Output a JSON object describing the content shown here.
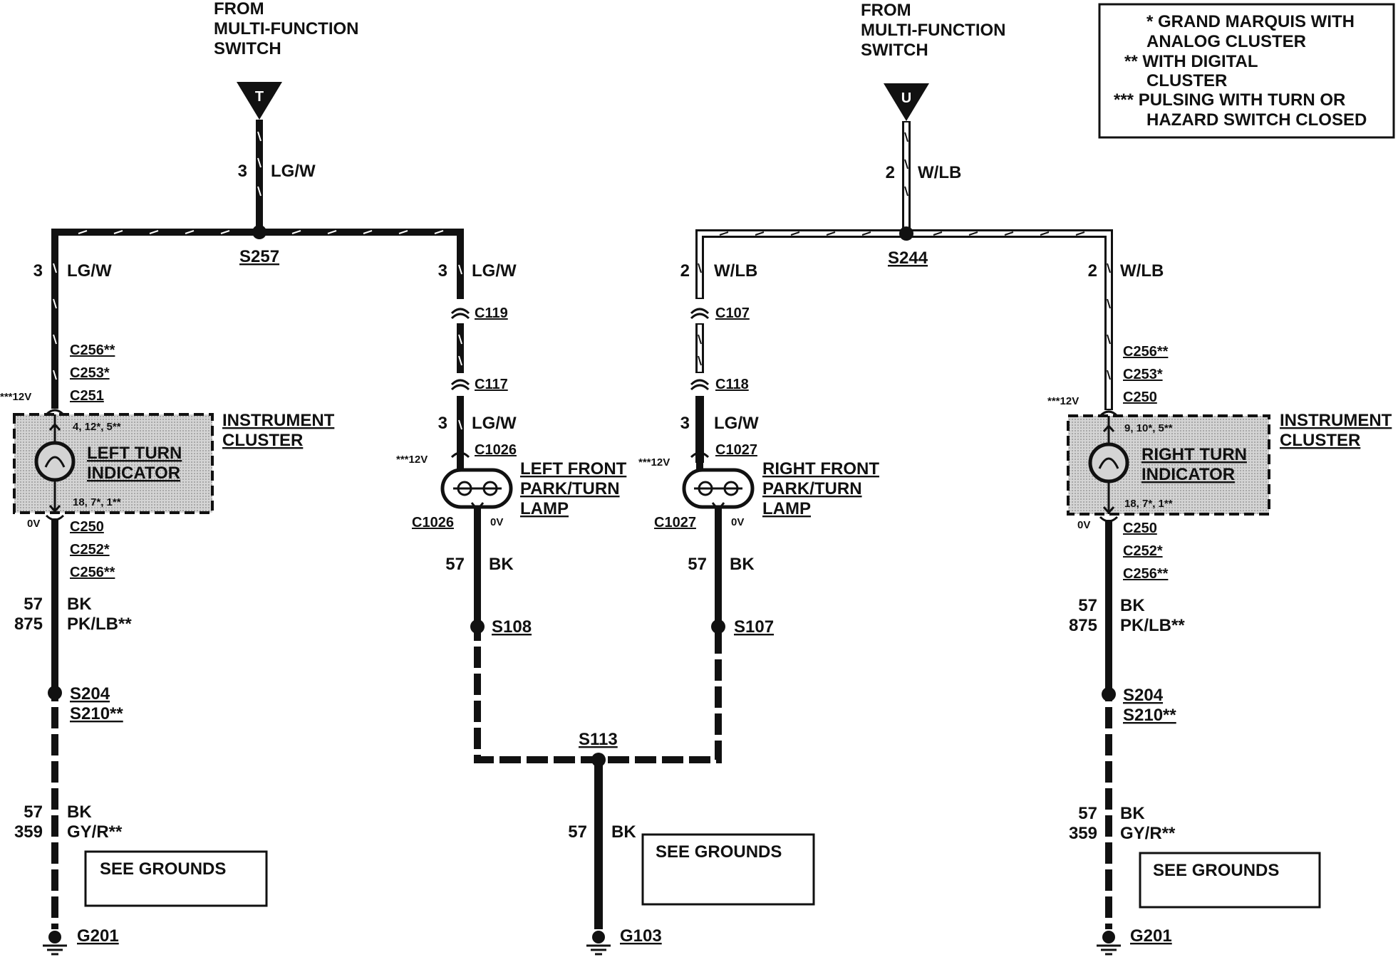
{
  "legend": {
    "line1": "* GRAND MARQUIS WITH",
    "line2": "ANALOG CLUSTER",
    "line3": "** WITH DIGITAL",
    "line4": "CLUSTER",
    "line5": "*** PULSING WITH TURN OR",
    "line6": "HAZARD SWITCH CLOSED"
  },
  "source_left": {
    "line1": "FROM",
    "line2": "MULTI-FUNCTION",
    "line3": "SWITCH",
    "connector": "T"
  },
  "source_right": {
    "line1": "FROM",
    "line2": "MULTI-FUNCTION",
    "line3": "SWITCH",
    "connector": "U"
  },
  "wires": {
    "lgw_num": "3",
    "lgw": "LG/W",
    "wlb_num": "2",
    "wlb": "W/LB",
    "bk_num": "57",
    "bk": "BK",
    "pklb_num": "875",
    "pklb": "PK/LB**",
    "gyr_num": "359",
    "gyr": "GY/R**"
  },
  "splices": {
    "s257": "S257",
    "s244": "S244",
    "s108": "S108",
    "s107": "S107",
    "s113": "S113",
    "s204": "S204",
    "s210": "S210**"
  },
  "connectors": {
    "c256": "C256**",
    "c253": "C253*",
    "c251": "C251",
    "c250": "C250",
    "c252": "C252*",
    "c119": "C119",
    "c117": "C117",
    "c1026": "C1026",
    "c107": "C107",
    "c118": "C118",
    "c1027": "C1027"
  },
  "voltages": {
    "pulse": "***12V",
    "zero": "0V"
  },
  "cluster": {
    "line1": "INSTRUMENT",
    "line2": "CLUSTER"
  },
  "left_indicator": {
    "line1": "LEFT TURN",
    "line2": "INDICATOR",
    "pins_top": "4, 12*, 5**",
    "pins_bottom": "18, 7*, 1**"
  },
  "right_indicator": {
    "line1": "RIGHT TURN",
    "line2": "INDICATOR",
    "pins_top": "9, 10*, 5**",
    "pins_bottom": "18, 7*, 1**"
  },
  "left_lamp": {
    "line1": "LEFT FRONT",
    "line2": "PARK/TURN",
    "line3": "LAMP"
  },
  "right_lamp": {
    "line1": "RIGHT FRONT",
    "line2": "PARK/TURN",
    "line3": "LAMP"
  },
  "grounds": {
    "see": "SEE GROUNDS",
    "g201": "G201",
    "g103": "G103"
  },
  "colors": {
    "ink": "#111111",
    "paper": "#ffffff",
    "shade": "#cfcfcf"
  }
}
